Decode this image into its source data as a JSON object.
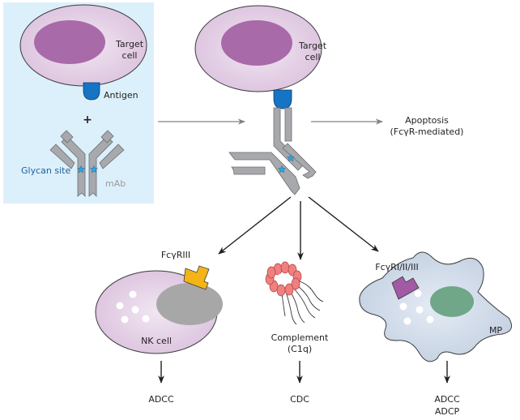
{
  "title": "Antibody effector mechanisms",
  "colors": {
    "panel_bg": "#dcf0fb",
    "cell_fill": "#e8d6ea",
    "cell_stroke": "#3b3b3b",
    "nucleus": "#a96aa9",
    "antigen": "#1574c4",
    "antibody": "#a7a9ac",
    "glycan": "#29a8e0",
    "fcgr3": "#f2b515",
    "fcgr123": "#a35aa5",
    "complement": "#f08080",
    "mp_fill": "#d1dcea",
    "mp_nucleus": "#6fa788",
    "nk_nucleus": "#a7a7a7",
    "arrow_gray": "#808285",
    "arrow_black": "#231f20"
  },
  "left_panel": {
    "cell_label_line1": "Target",
    "cell_label_line2": "cell",
    "antigen_label": "Antigen",
    "plus": "+",
    "glycan_label": "Glycan site",
    "mab_label": "mAb"
  },
  "center": {
    "cell_label_line1": "Target",
    "cell_label_line2": "cell",
    "apoptosis_line1": "Apoptosis",
    "apoptosis_line2": "(FcγR-mediated)"
  },
  "effectors": [
    {
      "receptor_label": "FcγRIII",
      "cell_label": "NK cell",
      "outcome_lines": [
        "ADCC"
      ]
    },
    {
      "receptor_label": "",
      "cell_label_line1": "Complement",
      "cell_label_line2": "(C1q)",
      "outcome_lines": [
        "CDC"
      ]
    },
    {
      "receptor_label": "FcγRI/II/III",
      "cell_label": "MP",
      "outcome_lines": [
        "ADCC",
        "ADCP"
      ]
    }
  ]
}
